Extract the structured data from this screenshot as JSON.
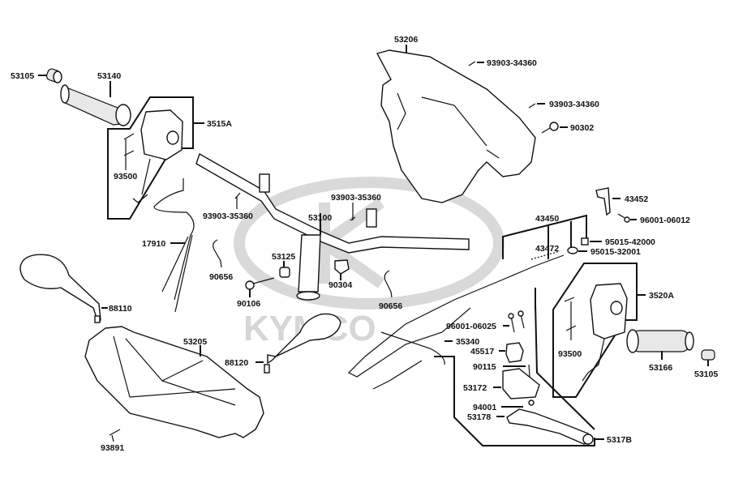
{
  "diagram": {
    "title": "Handlebar / Handle Cover Parts Diagram",
    "watermark": "KYMCO",
    "labels": {
      "p53105_left": "53105",
      "p53140": "53140",
      "p3515A": "3515A",
      "p93500_left": "93500",
      "p17910": "17910",
      "p93903_35360_a": "93903-35360",
      "p93903_35360_b": "93903-35360",
      "p53100": "53100",
      "p53125": "53125",
      "p90656_left": "90656",
      "p90656_right": "90656",
      "p90106": "90106",
      "p90304": "90304",
      "p88110": "88110",
      "p88120": "88120",
      "p53205": "53205",
      "p93891": "93891",
      "p53206": "53206",
      "p93903_34360_a": "93903-34360",
      "p93903_34360_b": "93903-34360",
      "p90302": "90302",
      "p43452": "43452",
      "p96001_06012": "96001-06012",
      "p43450": "43450",
      "p43472": "43472",
      "p95015_42000": "95015-42000",
      "p95015_32001": "95015-32001",
      "p3520A": "3520A",
      "p93500_right": "93500",
      "p53166": "53166",
      "p53105_right": "53105",
      "p96001_06025": "96001-06025",
      "p35340": "35340",
      "p45517": "45517",
      "p90115": "90115",
      "p53172": "53172",
      "p94001": "94001",
      "p53178": "53178",
      "p5317B": "5317B"
    }
  }
}
